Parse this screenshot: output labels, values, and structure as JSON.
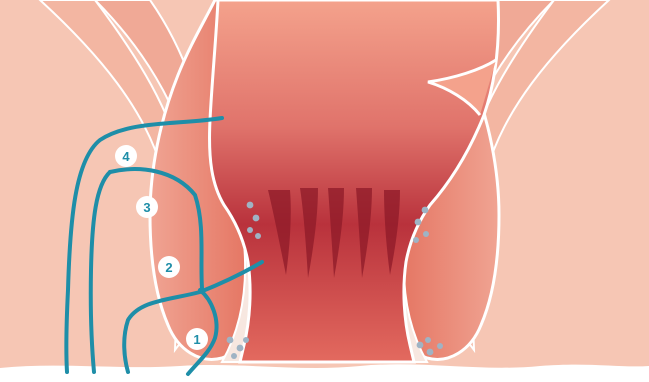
{
  "colors": {
    "skin": "#f6c6b4",
    "muscle": "#ee8f7d",
    "muscle_dark": "#e4725f",
    "lumen_top": "#f4a28c",
    "lumen_mid": "#cf4a4e",
    "lumen_deep": "#a1222f",
    "gland": "#f7e7e0",
    "gland_dot": "#9fb3c4",
    "path_line": "#1e8ea8",
    "badge_fill": "#ffffff"
  },
  "labels": [
    {
      "id": "1",
      "text": "1"
    },
    {
      "id": "2",
      "text": "2"
    },
    {
      "id": "3",
      "text": "3"
    },
    {
      "id": "4",
      "text": "4"
    }
  ]
}
